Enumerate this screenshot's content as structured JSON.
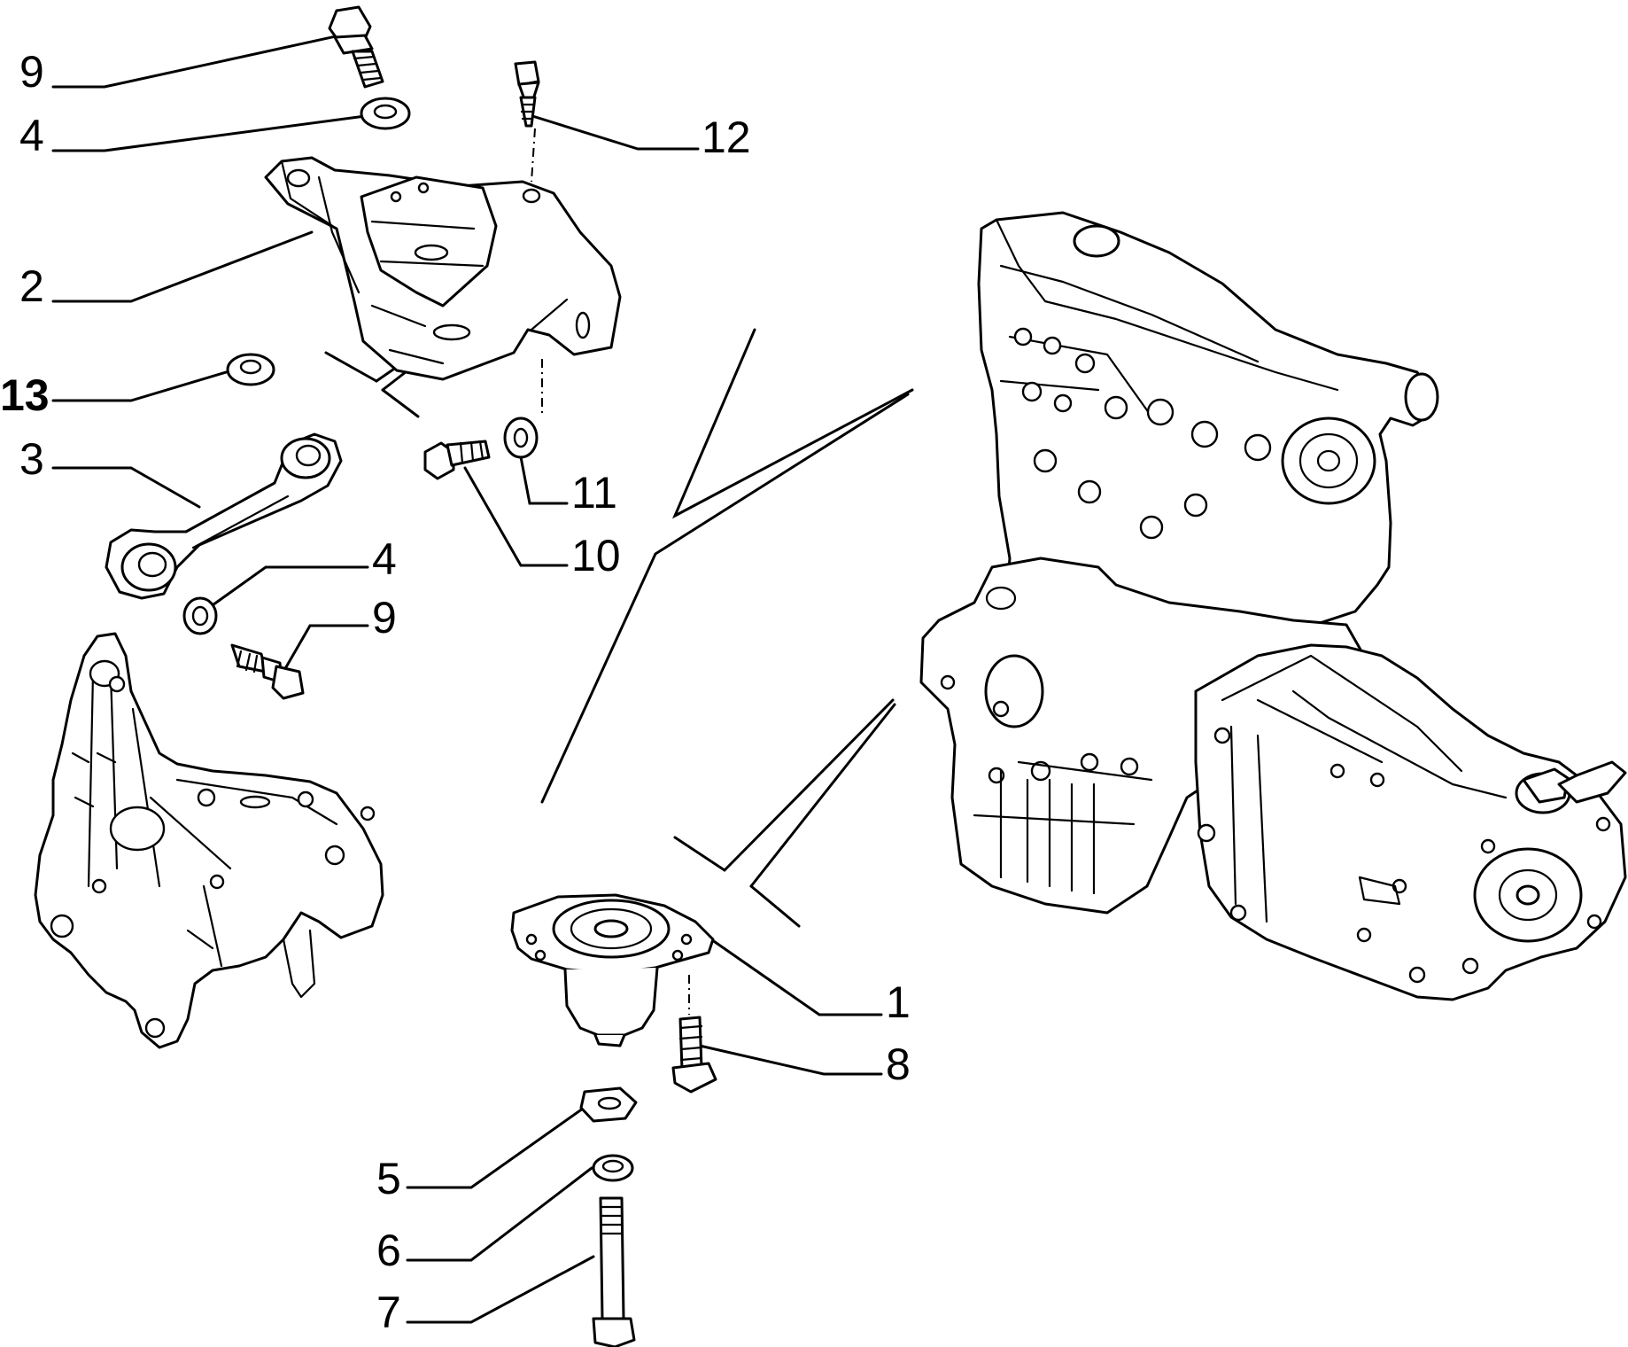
{
  "callouts": {
    "c1": "1",
    "c2": "2",
    "c3": "3",
    "c4a": "4",
    "c4b": "4",
    "c5": "5",
    "c6": "6",
    "c7": "7",
    "c8": "8",
    "c9a": "9",
    "c9b": "9",
    "c10": "10",
    "c11": "11",
    "c12": "12",
    "c13": "13"
  }
}
